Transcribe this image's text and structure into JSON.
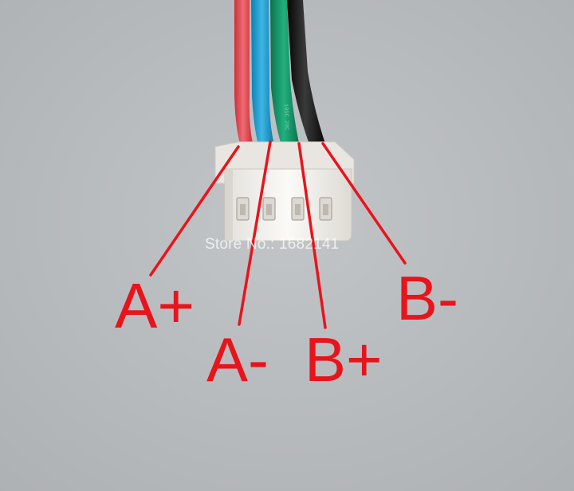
{
  "watermark": "Store No.: 1682141",
  "labels": {
    "a_plus": "A+",
    "a_minus": "A-",
    "b_plus": "B+",
    "b_minus": "B-"
  },
  "wire_print": "105C 20C",
  "colors": {
    "background": "#b9bcbf",
    "annotation_red": "#e8141c",
    "wire_red": "#e8434b",
    "wire_blue": "#1b9bd0",
    "wire_green": "#14956a",
    "wire_black": "#111111",
    "connector": "#f4f2ee"
  }
}
